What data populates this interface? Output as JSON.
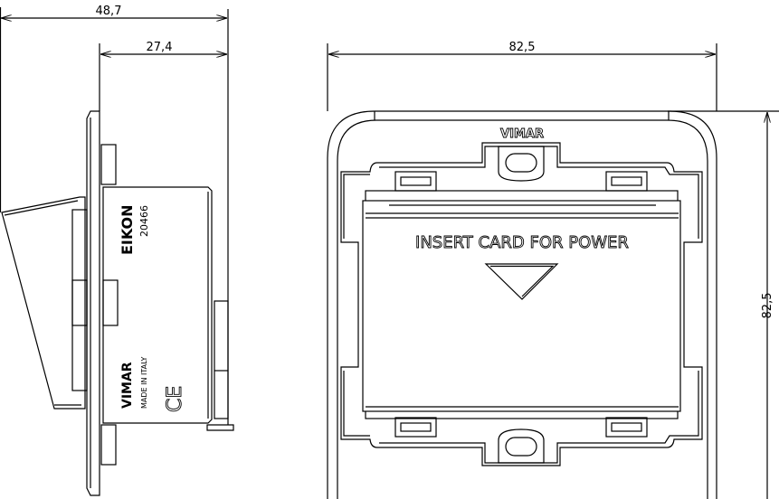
{
  "dimensions": {
    "side_total_depth": "48,7",
    "side_body_depth": "27,4",
    "front_width": "82,5",
    "front_height": "82,5"
  },
  "side_view": {
    "brand_series": "EIKON",
    "part_number": "20466",
    "manufacturer": "VIMAR",
    "origin": "MADE IN ITALY",
    "certification": "CE"
  },
  "front_view": {
    "brand": "VIMAR",
    "card_slot_text": "INSERT CARD FOR POWER",
    "arrow_icon": "down-triangle"
  }
}
